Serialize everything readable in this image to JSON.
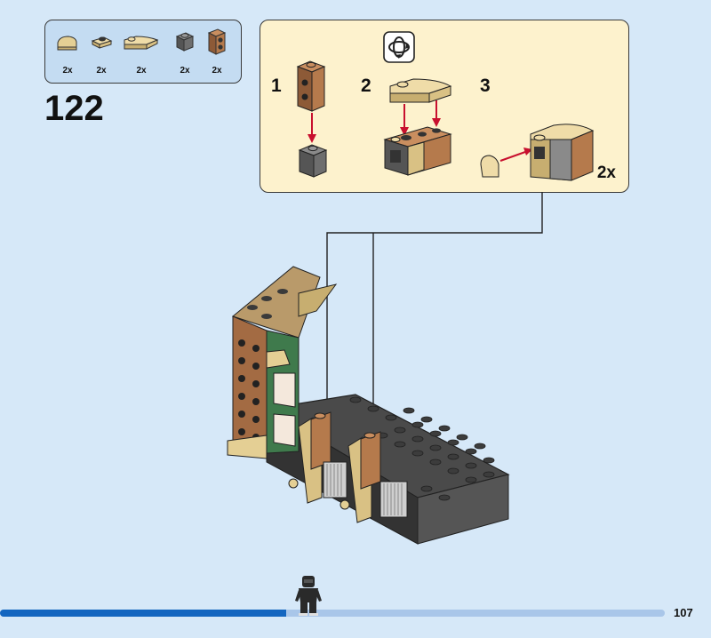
{
  "parts_list": [
    {
      "icon": "tan-curved-slope-1x1-icon",
      "qty": "2x"
    },
    {
      "icon": "tan-plate-with-stud-icon",
      "qty": "2x"
    },
    {
      "icon": "tan-curved-slope-1x2-icon",
      "qty": "2x"
    },
    {
      "icon": "dark-gray-brick-1x1-icon",
      "qty": "2x"
    },
    {
      "icon": "brown-brick-with-studs-on-side-icon",
      "qty": "2x"
    }
  ],
  "step_number": "122",
  "subassembly": {
    "sub_steps": [
      "1",
      "2",
      "3"
    ],
    "multiplier": "2x",
    "rotate_icon": "rotate-model-icon"
  },
  "page": {
    "number": "107",
    "progress": 0.43
  },
  "colors": {
    "background": "#d6e8f8",
    "parts_box": "#c4dcf2",
    "subassembly_box": "#fdf2cd",
    "arrow_red": "#c8102e",
    "progress": "#1466c0"
  }
}
